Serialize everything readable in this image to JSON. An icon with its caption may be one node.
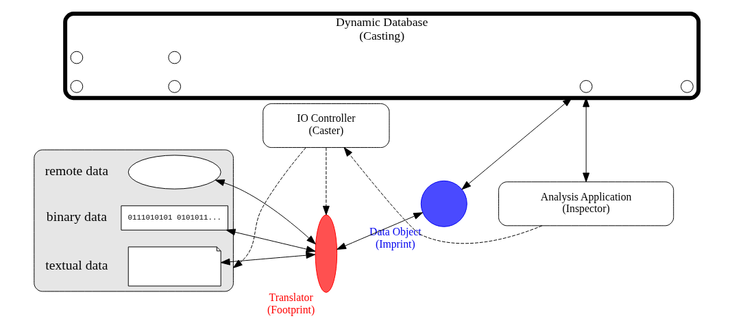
{
  "diagram": {
    "nodes": [
      {
        "text": [],
        "shape": "box"
      },
      {
        "text": [],
        "shape": "picture",
        "in": 0,
        "beside": [
          "textual data"
        ]
      },
      {
        "text": [
          "0111010101 0101011..."
        ],
        "in": 0,
        "beside": [
          "binary data"
        ]
      },
      {
        "text": [],
        "shape": "ellipse",
        "in": 0,
        "beside": [
          "remote data"
        ]
      },
      {
        "text": [
          "Translator",
          "(Footprint)"
        ]
      },
      {
        "text": [
          "Data Object",
          "(Imprint)"
        ]
      },
      {
        "text": [
          "Dynamic Database",
          "(Casting)"
        ]
      },
      {
        "text": [],
        "shape": "circle",
        "in": 6
      },
      {
        "text": [],
        "shape": "circle",
        "in": 6
      },
      {
        "text": [],
        "shape": "circle",
        "in": 6
      },
      {
        "text": [],
        "shape": "circle",
        "in": 6
      },
      {
        "text": [],
        "shape": "circle",
        "in": 6
      },
      {
        "text": [],
        "shape": "circle",
        "in": 6
      },
      {
        "text": [
          "IO Controller",
          "(Caster)"
        ]
      },
      {
        "text": [
          "Analysis Application",
          "(Inspector)"
        ]
      }
    ],
    "edges": [
      {
        "from": 1,
        "to": 4,
        "arrow": "both"
      },
      {
        "from": 2,
        "to": 4,
        "arrow": "both"
      },
      {
        "from": 3,
        "to": 4,
        "arrow": "both"
      },
      {
        "from": 4,
        "to": 5,
        "arrow": "both"
      },
      {
        "from": 5,
        "to": 6,
        "arrow": "both"
      },
      {
        "from": 6,
        "to": 14,
        "arrow": "both"
      },
      {
        "from": 14,
        "to": 13,
        "arrow": "to",
        "style": "dashed"
      },
      {
        "from": 13,
        "to": 0,
        "arrow": "to",
        "style": "dashed"
      },
      {
        "from": 13,
        "to": 4,
        "arrow": "to",
        "style": "dashed"
      }
    ]
  }
}
